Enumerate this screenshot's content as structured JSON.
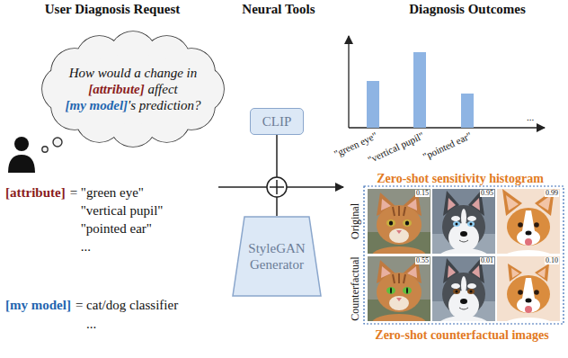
{
  "diagram": {
    "nodes": [
      {
        "text": [
          "How would a change in [attribute] affect [my model]'s prediction?"
        ]
      },
      {
        "text": [
          "CLIP"
        ]
      },
      {
        "text": [
          "StyleGAN Generator"
        ]
      }
    ],
    "labels": [
      "User Diagnosis Request",
      "Neural Tools",
      "Diagnosis Outcomes",
      "[attribute]",
      "= \"green eye\"",
      "\"vertical pupil\"",
      "\"pointed ear\"",
      "...",
      "[my model]",
      "= cat/dog classifier",
      "...",
      "\"green eye\"",
      "\"vertical pupil\"",
      "\"pointed ear\"",
      "...",
      "Zero-shot sensitivity histogram",
      "Original",
      "0.15",
      "0.95",
      "0.99",
      "Counterfactual",
      "0.55",
      "0.01",
      "0.10",
      "Zero-shot counterfactual images"
    ]
  }
}
